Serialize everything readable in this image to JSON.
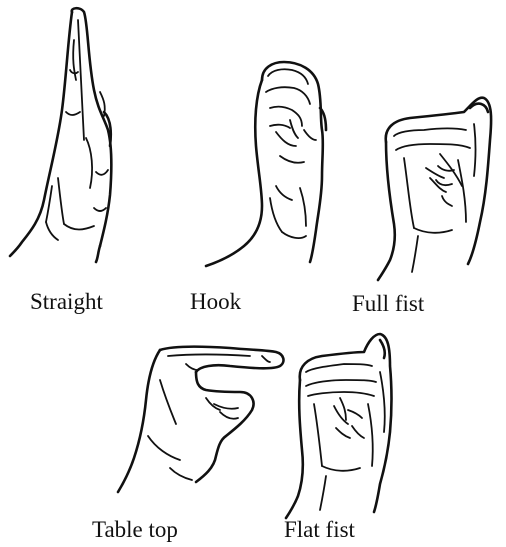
{
  "figure": {
    "labels": {
      "straight": "Straight",
      "hook": "Hook",
      "full_fist": "Full fist",
      "table_top": "Table top",
      "flat_fist": "Flat fist"
    }
  }
}
